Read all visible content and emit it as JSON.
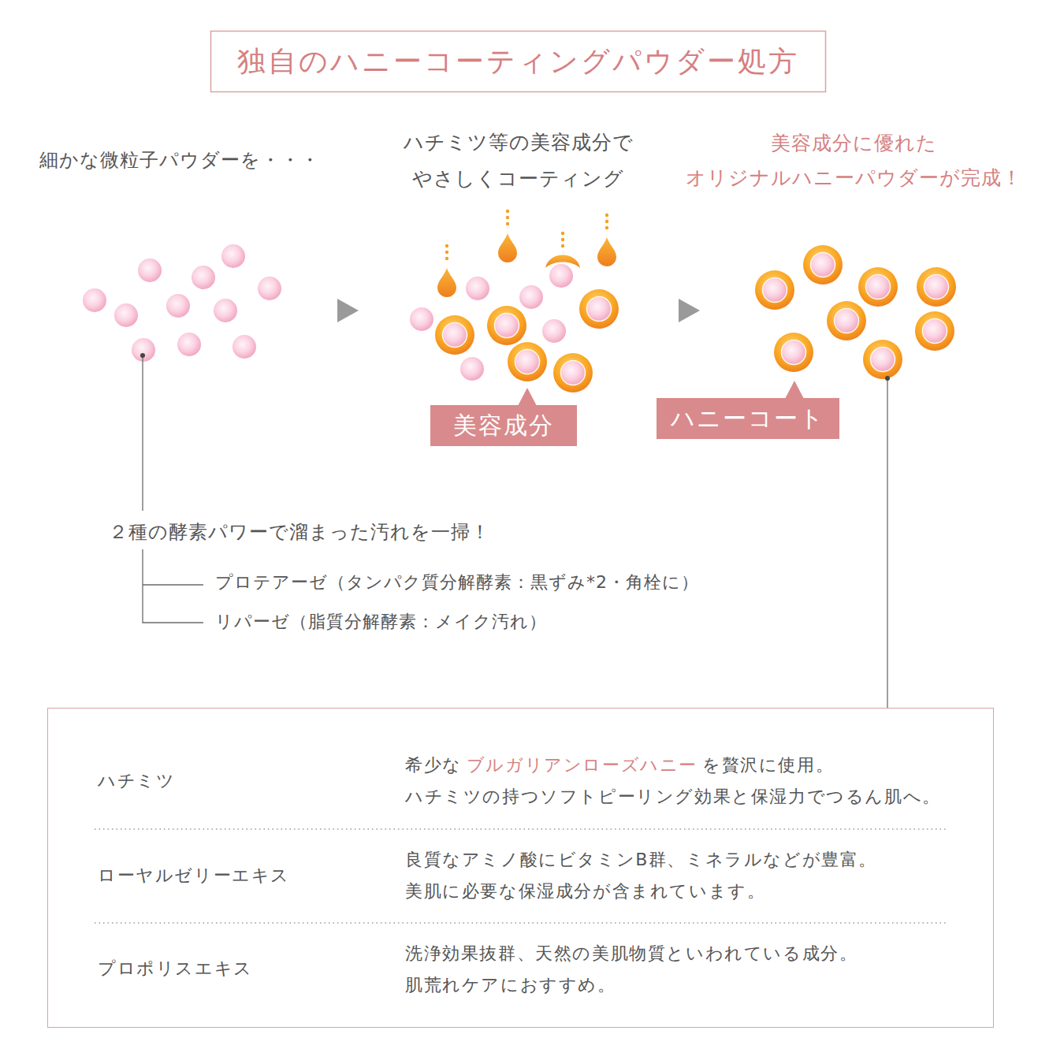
{
  "diagram": {
    "title": "独自のハニーコーティングパウダー処方",
    "nodes": [
      {
        "text": [
          "美容成分"
        ]
      },
      {
        "text": [
          "ハニーコート"
        ]
      },
      {
        "text": [
          "ハチミツ",
          "希少な",
          "ブルガリアンローズハニー",
          "を贅沢に使用。",
          "ハチミツの持つソフトピーリング効果と保湿力でつるん肌へ。",
          "ローヤルゼリーエキス",
          "良質なアミノ酸にビタミンB群、ミネラルなどが豊富。 美肌に必要な保湿成分が含まれています。",
          "プロポリスエキス",
          "洗浄効果抜群、天然の美肌物質といわれている成分。 肌荒れケアにおすすめ。"
        ]
      }
    ],
    "labels": [
      "細かな微粒子パウダーを・・・",
      "ハチミツ等の美容成分で やさしくコーティング",
      "美容成分に優れた オリジナルハニーパウダーが完成！",
      "２種の酵素パワーで溜まった汚れを一掃！",
      "プロテアーゼ（タンパク質分解酵素：黒ずみ*2・角栓に）",
      "リパーゼ（脂質分解酵素：メイク汚れ）"
    ]
  }
}
